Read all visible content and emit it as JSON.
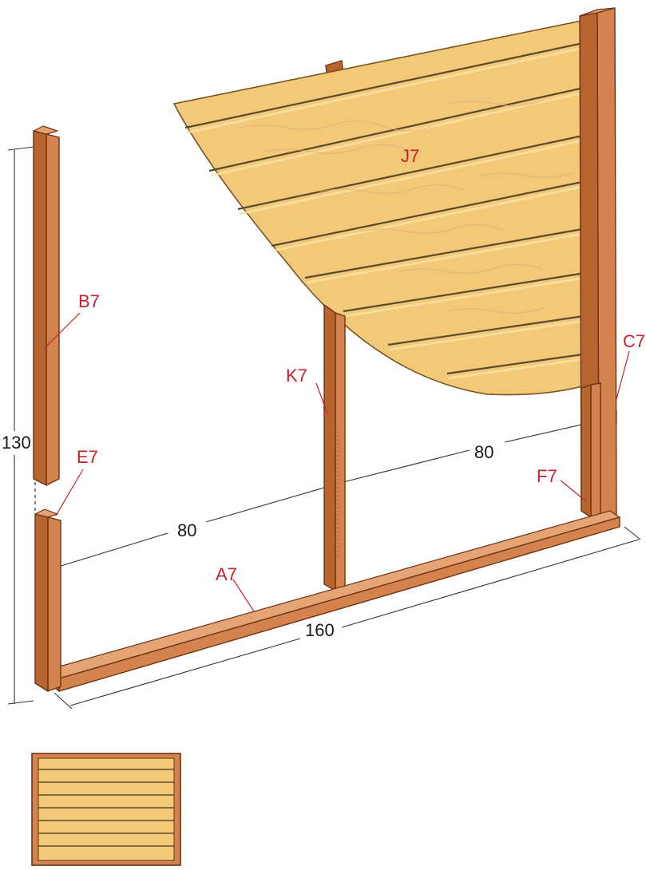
{
  "labels": {
    "j7": "J7",
    "b7": "B7",
    "k7": "K7",
    "c7": "C7",
    "e7": "E7",
    "f7": "F7",
    "a7": "A7"
  },
  "dimensions": {
    "height": "130",
    "depth_left": "80",
    "depth_right": "80",
    "width": "160"
  },
  "colors": {
    "label_red": "#c8202a",
    "timber": "#d4824e",
    "panel_wood": "#f1c978"
  }
}
